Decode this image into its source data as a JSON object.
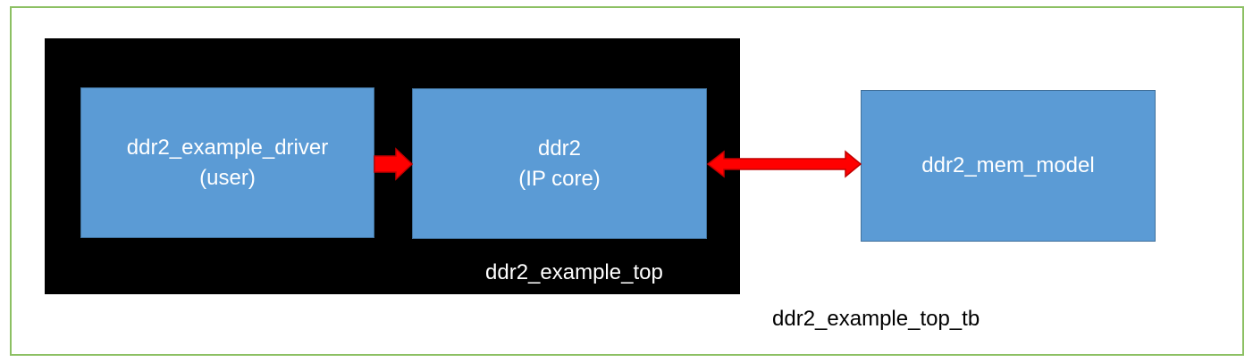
{
  "diagram": {
    "testbench_label": "ddr2_example_top_tb",
    "top_label": "ddr2_example_top",
    "blocks": {
      "driver": {
        "line1": "ddr2_example_driver",
        "line2": "(user)"
      },
      "ipcore": {
        "line1": "ddr2",
        "line2": "(IP core)"
      },
      "memmodel": {
        "line1": "ddr2_mem_model"
      }
    },
    "connections": [
      {
        "from": "driver",
        "to": "ipcore",
        "kind": "one-way-arrow"
      },
      {
        "from": "ipcore",
        "to": "memmodel",
        "kind": "two-way-arrow"
      }
    ],
    "colors": {
      "block_fill": "#5b9bd5",
      "block_border": "#41719c",
      "top_fill": "#000000",
      "testbench_border": "#8cc063",
      "arrow_fill": "#ff0000",
      "arrow_stroke": "#c00000"
    }
  }
}
